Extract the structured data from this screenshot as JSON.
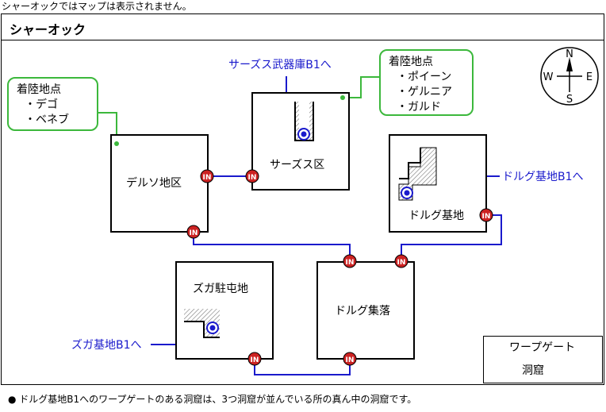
{
  "top_note": "シャーオックではマップは表示されません。",
  "title": "シャーオック",
  "areas": {
    "derusou": "デルソ地区",
    "sazusu": "サーズス区",
    "dorugu_base": "ドルグ基地",
    "zuga": "ズガ駐屯地",
    "dorugu_village": "ドルグ集落"
  },
  "links": {
    "sazusu_armory": "サーズス武器庫B1へ",
    "dorugu_base_b1": "ドルグ基地B1へ",
    "zuga_base_b1": "ズガ基地B1へ"
  },
  "landing_left": {
    "heading": "着陸地点",
    "items": [
      "・デゴ",
      "・ベネブ"
    ]
  },
  "landing_right": {
    "heading": "着陸地点",
    "items": [
      "・ポイーン",
      "・ゲルニア",
      "・ガルド"
    ]
  },
  "entrance_label": "IN",
  "compass": {
    "n": "N",
    "s": "S",
    "e": "E",
    "w": "W"
  },
  "legend": {
    "warp_gate": "ワープゲート",
    "cave": "洞窟"
  },
  "footnote": "● ドルグ基地B1へのワープゲートのある洞窟は、3つ洞窟が並んでいる所の真ん中の洞窟です。",
  "colors": {
    "link_text": "#1a1acc",
    "bubble_border": "#3cb83c",
    "entrance_fill": "#cc2222"
  }
}
